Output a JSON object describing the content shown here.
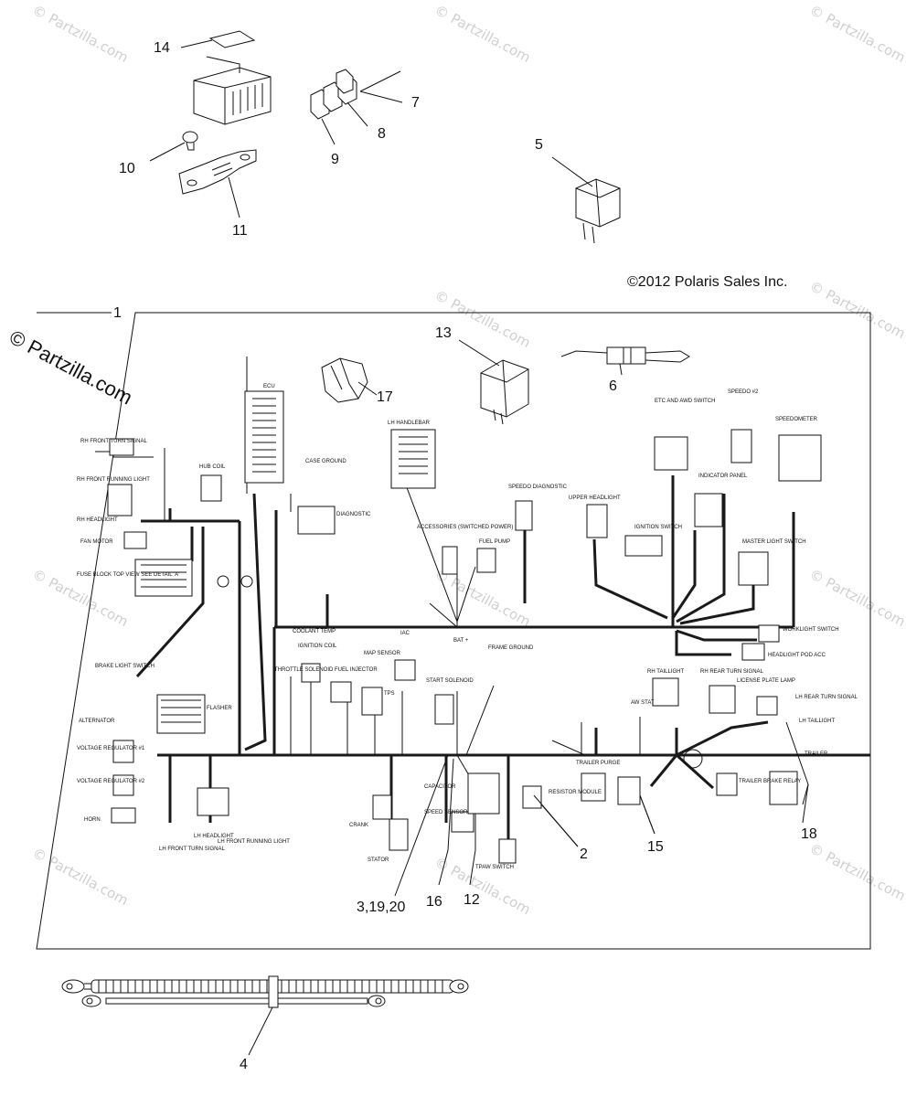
{
  "watermark": {
    "corner": "© Partzilla.com",
    "tile": "© Partzilla.com"
  },
  "copyright": "©2012 Polaris Sales Inc.",
  "callouts": {
    "c1": "1",
    "c2": "2",
    "c3": "3,19,20",
    "c4": "4",
    "c5": "5",
    "c6": "6",
    "c7": "7",
    "c8": "8",
    "c9": "9",
    "c10": "10",
    "c11": "11",
    "c12": "12",
    "c13": "13",
    "c14": "14",
    "c15": "15",
    "c16": "16",
    "c17": "17",
    "c18": "18"
  },
  "labels": {
    "ecu": "ECU",
    "rh_front_turn": "RH FRONT TURN SIGNAL",
    "rh_front_running": "RH FRONT RUNNING LIGHT",
    "rh_headlight": "RH HEADLIGHT",
    "hub_coil": "HUB COIL",
    "fan_motor": "FAN MOTOR",
    "fuse_block": "FUSE BLOCK TOP VIEW SEE DETAIL 'A'",
    "chassis_ground": "CASE GROUND",
    "diagnostic": "DIAGNOSTIC",
    "lh_handlebar": "LH HANDLEBAR",
    "accessories": "ACCESSORIES (SWITCHED POWER)",
    "fuel_pump": "FUEL PUMP",
    "speedo_diag": "SPEEDO DIAGNOSTIC",
    "upper_headlight": "UPPER HEADLIGHT",
    "etc_awd": "ETC AND AWD SWITCH",
    "ignition_switch": "IGNITION SWITCH",
    "indicator_panel": "INDICATOR PANEL",
    "speedo2": "SPEEDO #2",
    "speedometer": "SPEEDOMETER",
    "master_light": "MASTER LIGHT SWITCH",
    "worklight": "WORKLIGHT SWITCH",
    "headlight_pod": "HEADLIGHT POD ACC",
    "coolant_temp": "COOLANT TEMP",
    "brake_light": "BRAKE LIGHT SWITCH",
    "ignition_coil": "IGNITION COIL",
    "throttle_solenoid": "THROTTLE SOLENOID",
    "fuel_injector": "FUEL INJECTOR",
    "map_sensor": "MAP SENSOR",
    "iac": "IAC",
    "tps": "TPS",
    "start_solenoid": "START SOLENOID",
    "frame_ground": "FRAME GROUND",
    "bat": "BAT +",
    "alternator": "ALTERNATOR",
    "flasher": "FLASHER",
    "voltage_reg1": "VOLTAGE REGULATOR #1",
    "voltage_reg2": "VOLTAGE REGULATOR #2",
    "horn": "HORN",
    "lh_front_turn": "LH FRONT TURN SIGNAL",
    "lh_headlight": "LH HEADLIGHT",
    "lh_front_running": "LH FRONT RUNNING LIGHT",
    "crank": "CRANK",
    "stator": "STATOR",
    "speed_sensor": "SPEED SENSOR",
    "capacitor": "CAPACITOR",
    "tpaw_switch": "TPAW SWITCH",
    "resistor_module": "RESISTOR MODULE",
    "trailer_purge": "TRAILER PURGE",
    "rh_taillight": "RH TAILLIGHT",
    "rh_rear_turn": "RH REAR TURN SIGNAL",
    "license_plate": "LICENSE PLATE LAMP",
    "lh_rear_turn": "LH REAR TURN SIGNAL",
    "lh_taillight": "LH TAILLIGHT",
    "trailer": "TRAILER",
    "trailer_brake": "TRAILER BRAKE RELAY",
    "aw_stat": "AW STAT"
  },
  "colors": {
    "ink": "#111111",
    "watermark": "#cfcfcf",
    "wire": "#1a1a1a"
  }
}
